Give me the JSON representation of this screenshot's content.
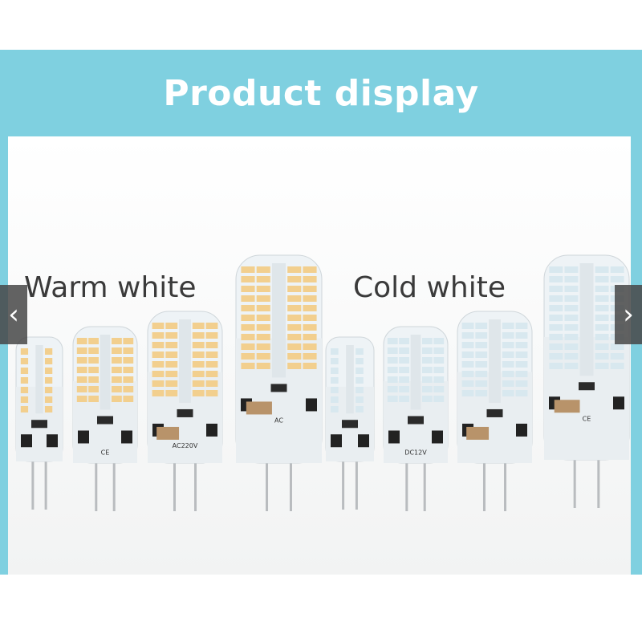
{
  "header": {
    "title": "Product display"
  },
  "labels": {
    "warm": "Warm white",
    "cold": "Cold white"
  },
  "colors": {
    "banner": "#7fd0e0",
    "warm_led": "#f2cf8e",
    "cold_led": "#d8e8ef"
  },
  "carousel": {
    "prev_icon": "chevron-left-icon",
    "next_icon": "chevron-right-icon"
  },
  "bulbs": [
    {
      "tone": "warm",
      "marking": ""
    },
    {
      "tone": "warm",
      "marking": "CE"
    },
    {
      "tone": "warm",
      "marking": "AC220V"
    },
    {
      "tone": "warm",
      "marking": "AC"
    },
    {
      "tone": "cold",
      "marking": ""
    },
    {
      "tone": "cold",
      "marking": "DC12V"
    },
    {
      "tone": "cold",
      "marking": ""
    },
    {
      "tone": "cold",
      "marking": "CE"
    }
  ]
}
